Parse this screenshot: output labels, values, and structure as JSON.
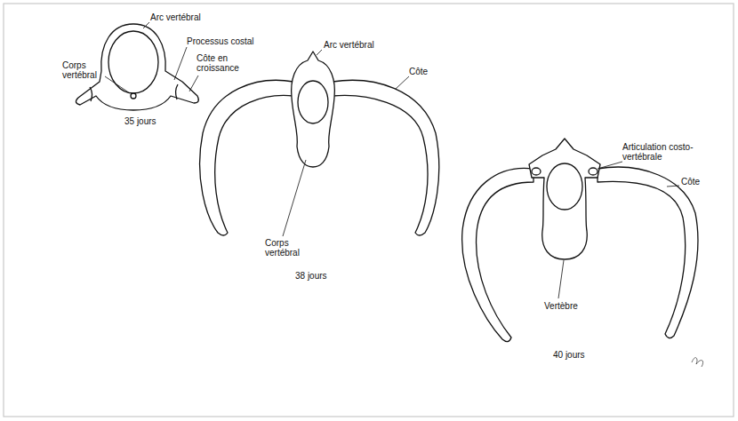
{
  "diagram": {
    "labels": [
      "Arc vertébral",
      "Corps vertébral",
      "Processus costal",
      "Côte en croissance",
      "35 jours",
      "Arc vertébral",
      "Côte",
      "Corps vertébral",
      "38 jours",
      "Articulation costo-vertébrale",
      "Côte",
      "Vertèbre",
      "40 jours"
    ]
  }
}
